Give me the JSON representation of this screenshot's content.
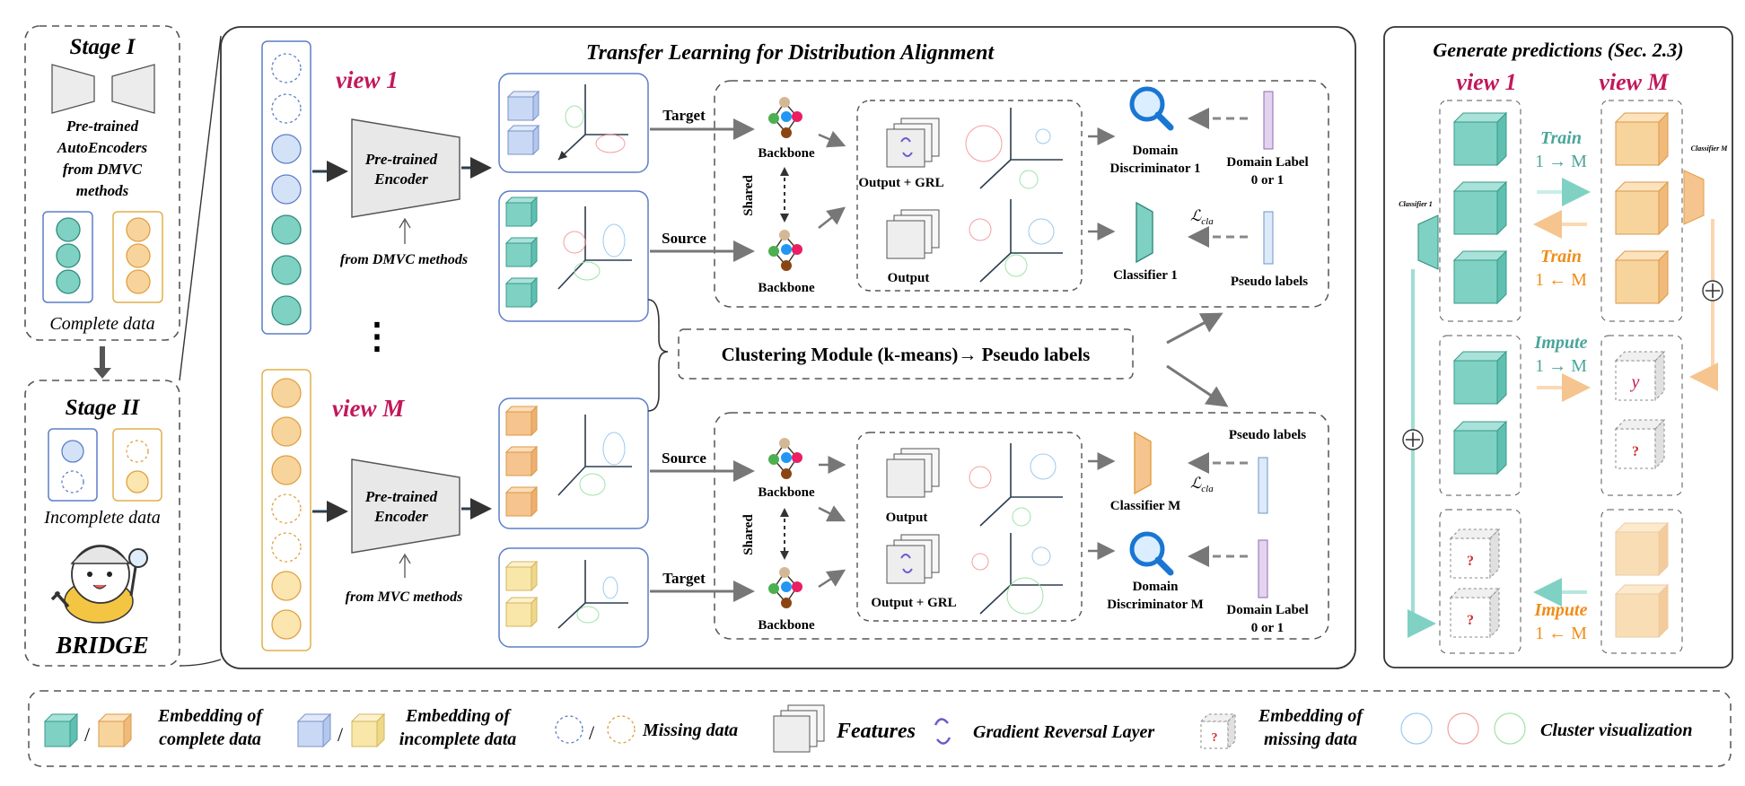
{
  "stage1": {
    "title": "Stage I",
    "desc": [
      "Pre-trained",
      "AutoEncoders",
      "from DMVC",
      "methods"
    ],
    "caption": "Complete data"
  },
  "stage2": {
    "title": "Stage II",
    "caption": "Incomplete data",
    "brand": "BRIDGE"
  },
  "main": {
    "title": "Transfer Learning for Distribution Alignment",
    "view1": "view 1",
    "viewM": "view M",
    "encoder1": [
      "Pre-trained",
      "Encoder"
    ],
    "encoderM": [
      "Pre-trained",
      "Encoder"
    ],
    "from_dmvc": "from DMVC methods",
    "from_mvc": "from MVC methods",
    "ellipsis": "⋮",
    "top": {
      "target": "Target",
      "source": "Source",
      "backbone_a": "Backbone",
      "backbone_b": "Backbone",
      "shared": "Shared",
      "output_grl": "Output + GRL",
      "output": "Output",
      "disc": [
        "Domain",
        "Discriminator 1"
      ],
      "domain_label": [
        "Domain Label",
        "0 or 1"
      ],
      "classifier": "Classifier 1",
      "pseudo": "Pseudo labels",
      "loss": "ℒ",
      "loss_sub": "cla"
    },
    "clustering": "Clustering Module (k-means)→ Pseudo labels",
    "bottom": {
      "source": "Source",
      "target": "Target",
      "backbone_a": "Backbone",
      "backbone_b": "Backbone",
      "shared": "Shared",
      "output": "Output",
      "output_grl": "Output + GRL",
      "classifier": "Classifier M",
      "pseudo": "Pseudo labels",
      "disc": [
        "Domain",
        "Discriminator M"
      ],
      "domain_label": [
        "Domain Label",
        "0 or 1"
      ],
      "loss": "ℒ",
      "loss_sub": "cla"
    }
  },
  "predict": {
    "title": "Generate predictions (Sec. 2.3)",
    "view1": "view 1",
    "viewM": "view M",
    "classifier1": "Classifier 1",
    "classifierM": "Classifier M",
    "train1": [
      "Train",
      "1 → M"
    ],
    "train2": [
      "Train",
      "1 ← M"
    ],
    "impute1": [
      "Impute",
      "1 → M"
    ],
    "impute2": [
      "Impute",
      "1 ← M"
    ],
    "y": "y",
    "q": "?"
  },
  "legend": {
    "complete": [
      "Embedding of",
      "complete data"
    ],
    "incomplete": [
      "Embedding of",
      "incomplete data"
    ],
    "missing": "Missing data",
    "features": "Features",
    "grl": "Gradient Reversal Layer",
    "missing_emb": [
      "Embedding of",
      "missing data"
    ],
    "cluster": "Cluster visualization",
    "slash": "/",
    "q": "?"
  },
  "colors": {
    "teal": "#7fd1c4",
    "orange": "#f6c48f",
    "blue": "#c9d9f5",
    "yellow": "#f8e7a8",
    "accent": "#c2185b"
  }
}
